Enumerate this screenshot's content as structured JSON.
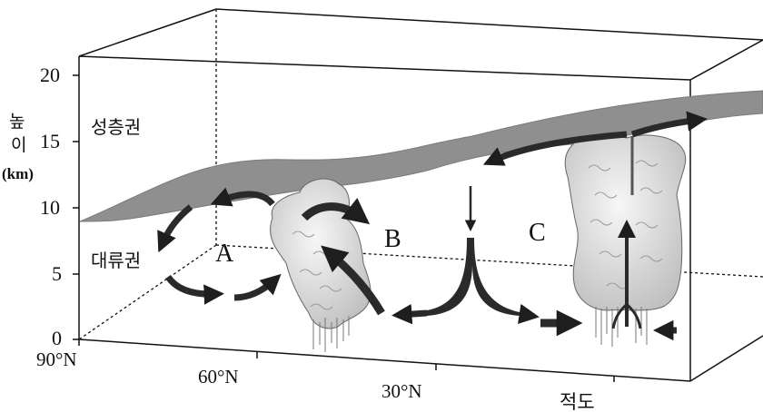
{
  "y_axis": {
    "title_chars": [
      "높",
      "이"
    ],
    "unit": "(km)",
    "ticks": [
      "20",
      "15",
      "10",
      "5",
      "0"
    ]
  },
  "x_axis": {
    "ticks": [
      "90°N",
      "60°N",
      "30°N",
      "적도"
    ]
  },
  "layers": {
    "stratosphere": "성층권",
    "troposphere": "대류권"
  },
  "cells": [
    "A",
    "B",
    "C"
  ],
  "colors": {
    "tropopause": "#8f8f8f",
    "arrow": "#2a2a2a",
    "cloud": "#e4e4e4"
  }
}
